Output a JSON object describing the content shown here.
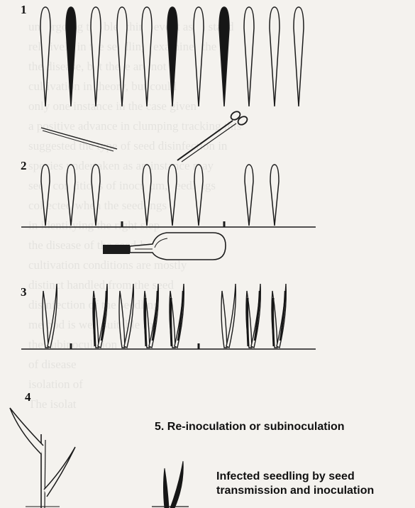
{
  "step_labels": {
    "step1": "1",
    "step2": "2",
    "step3": "3",
    "step4": "4"
  },
  "captions": {
    "reinoculation": "5.  Re-inoculation or subinoculation",
    "infected_line1": "Infected seedling by seed",
    "infected_line2": "transmission and inoculation"
  },
  "background_text": [
    "undergoing the bleaching event as in stand",
    "relatively in the seedling, examines the",
    "the disease, but these are not",
    "cultivation in theory, but could",
    "only one instance in the case given",
    "a positive advance in clumping tracking this",
    "suggested the type of seed disinfection in",
    "species undertaken as an instance may",
    "seed conditions of inoculum, seedlings",
    "collected when the seedlings",
    "in identifying the right step",
    "the disease of the seed-borne",
    "cultivation conditions are mostly",
    "distinct handled from the seed",
    "disinfection of the seedling",
    "method is well suitable for",
    "the subinoculation",
    "of disease",
    "isolation of",
    "The isolat"
  ],
  "colors": {
    "ink": "#1b1b1b",
    "infected_fill": "#161616",
    "healthy_fill": "#f4f2ee",
    "background": "#f4f2ee"
  },
  "icons": {
    "needle": "dissecting-needle-icon",
    "scissors": "scissors-icon",
    "dropper": "dropper-bottle-icon"
  }
}
